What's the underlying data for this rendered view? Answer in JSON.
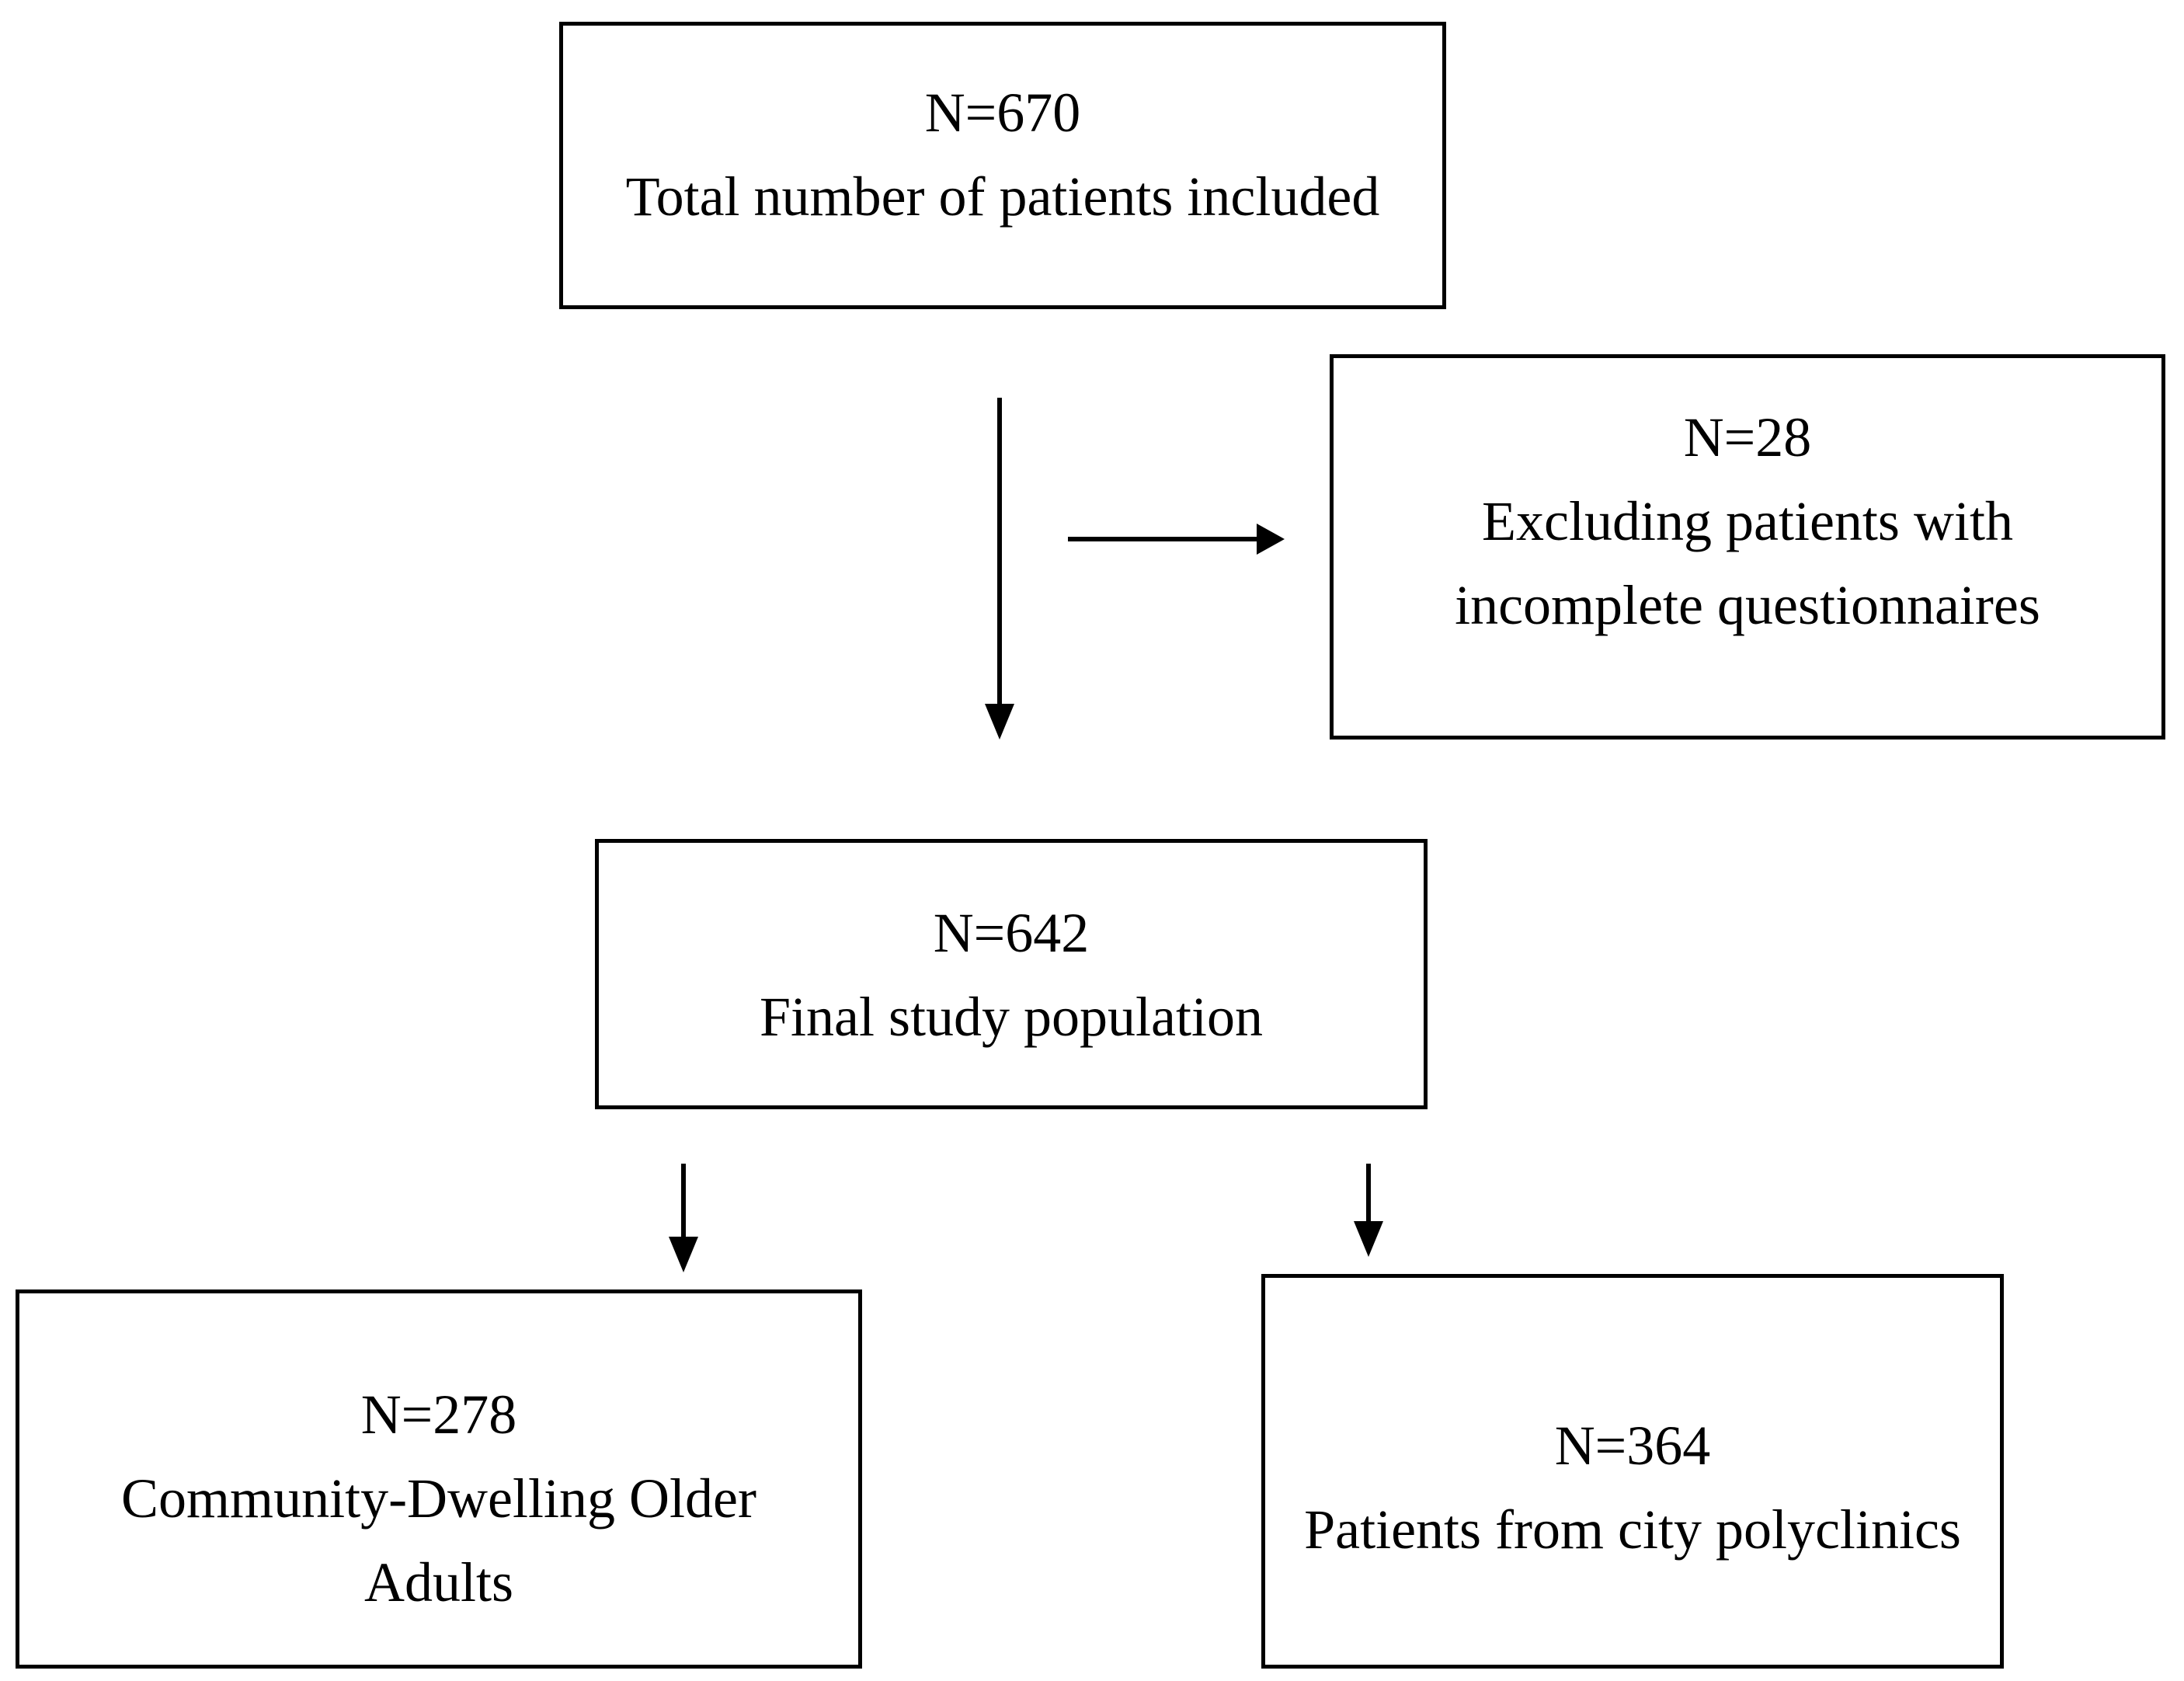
{
  "diagram": {
    "boxes": {
      "total": {
        "count": "N=670",
        "label": "Total number of patients included"
      },
      "excluded": {
        "count": "N=28",
        "label_line1": "Excluding patients with",
        "label_line2": "incomplete questionnaires"
      },
      "final": {
        "count": "N=642",
        "label": "Final study population"
      },
      "community": {
        "count": "N=278",
        "label": "Community-Dwelling Older Adults"
      },
      "polyclinics": {
        "count": "N=364",
        "label": "Patients from city polyclinics"
      }
    },
    "colors": {
      "line": "#000000",
      "background": "#ffffff"
    }
  }
}
